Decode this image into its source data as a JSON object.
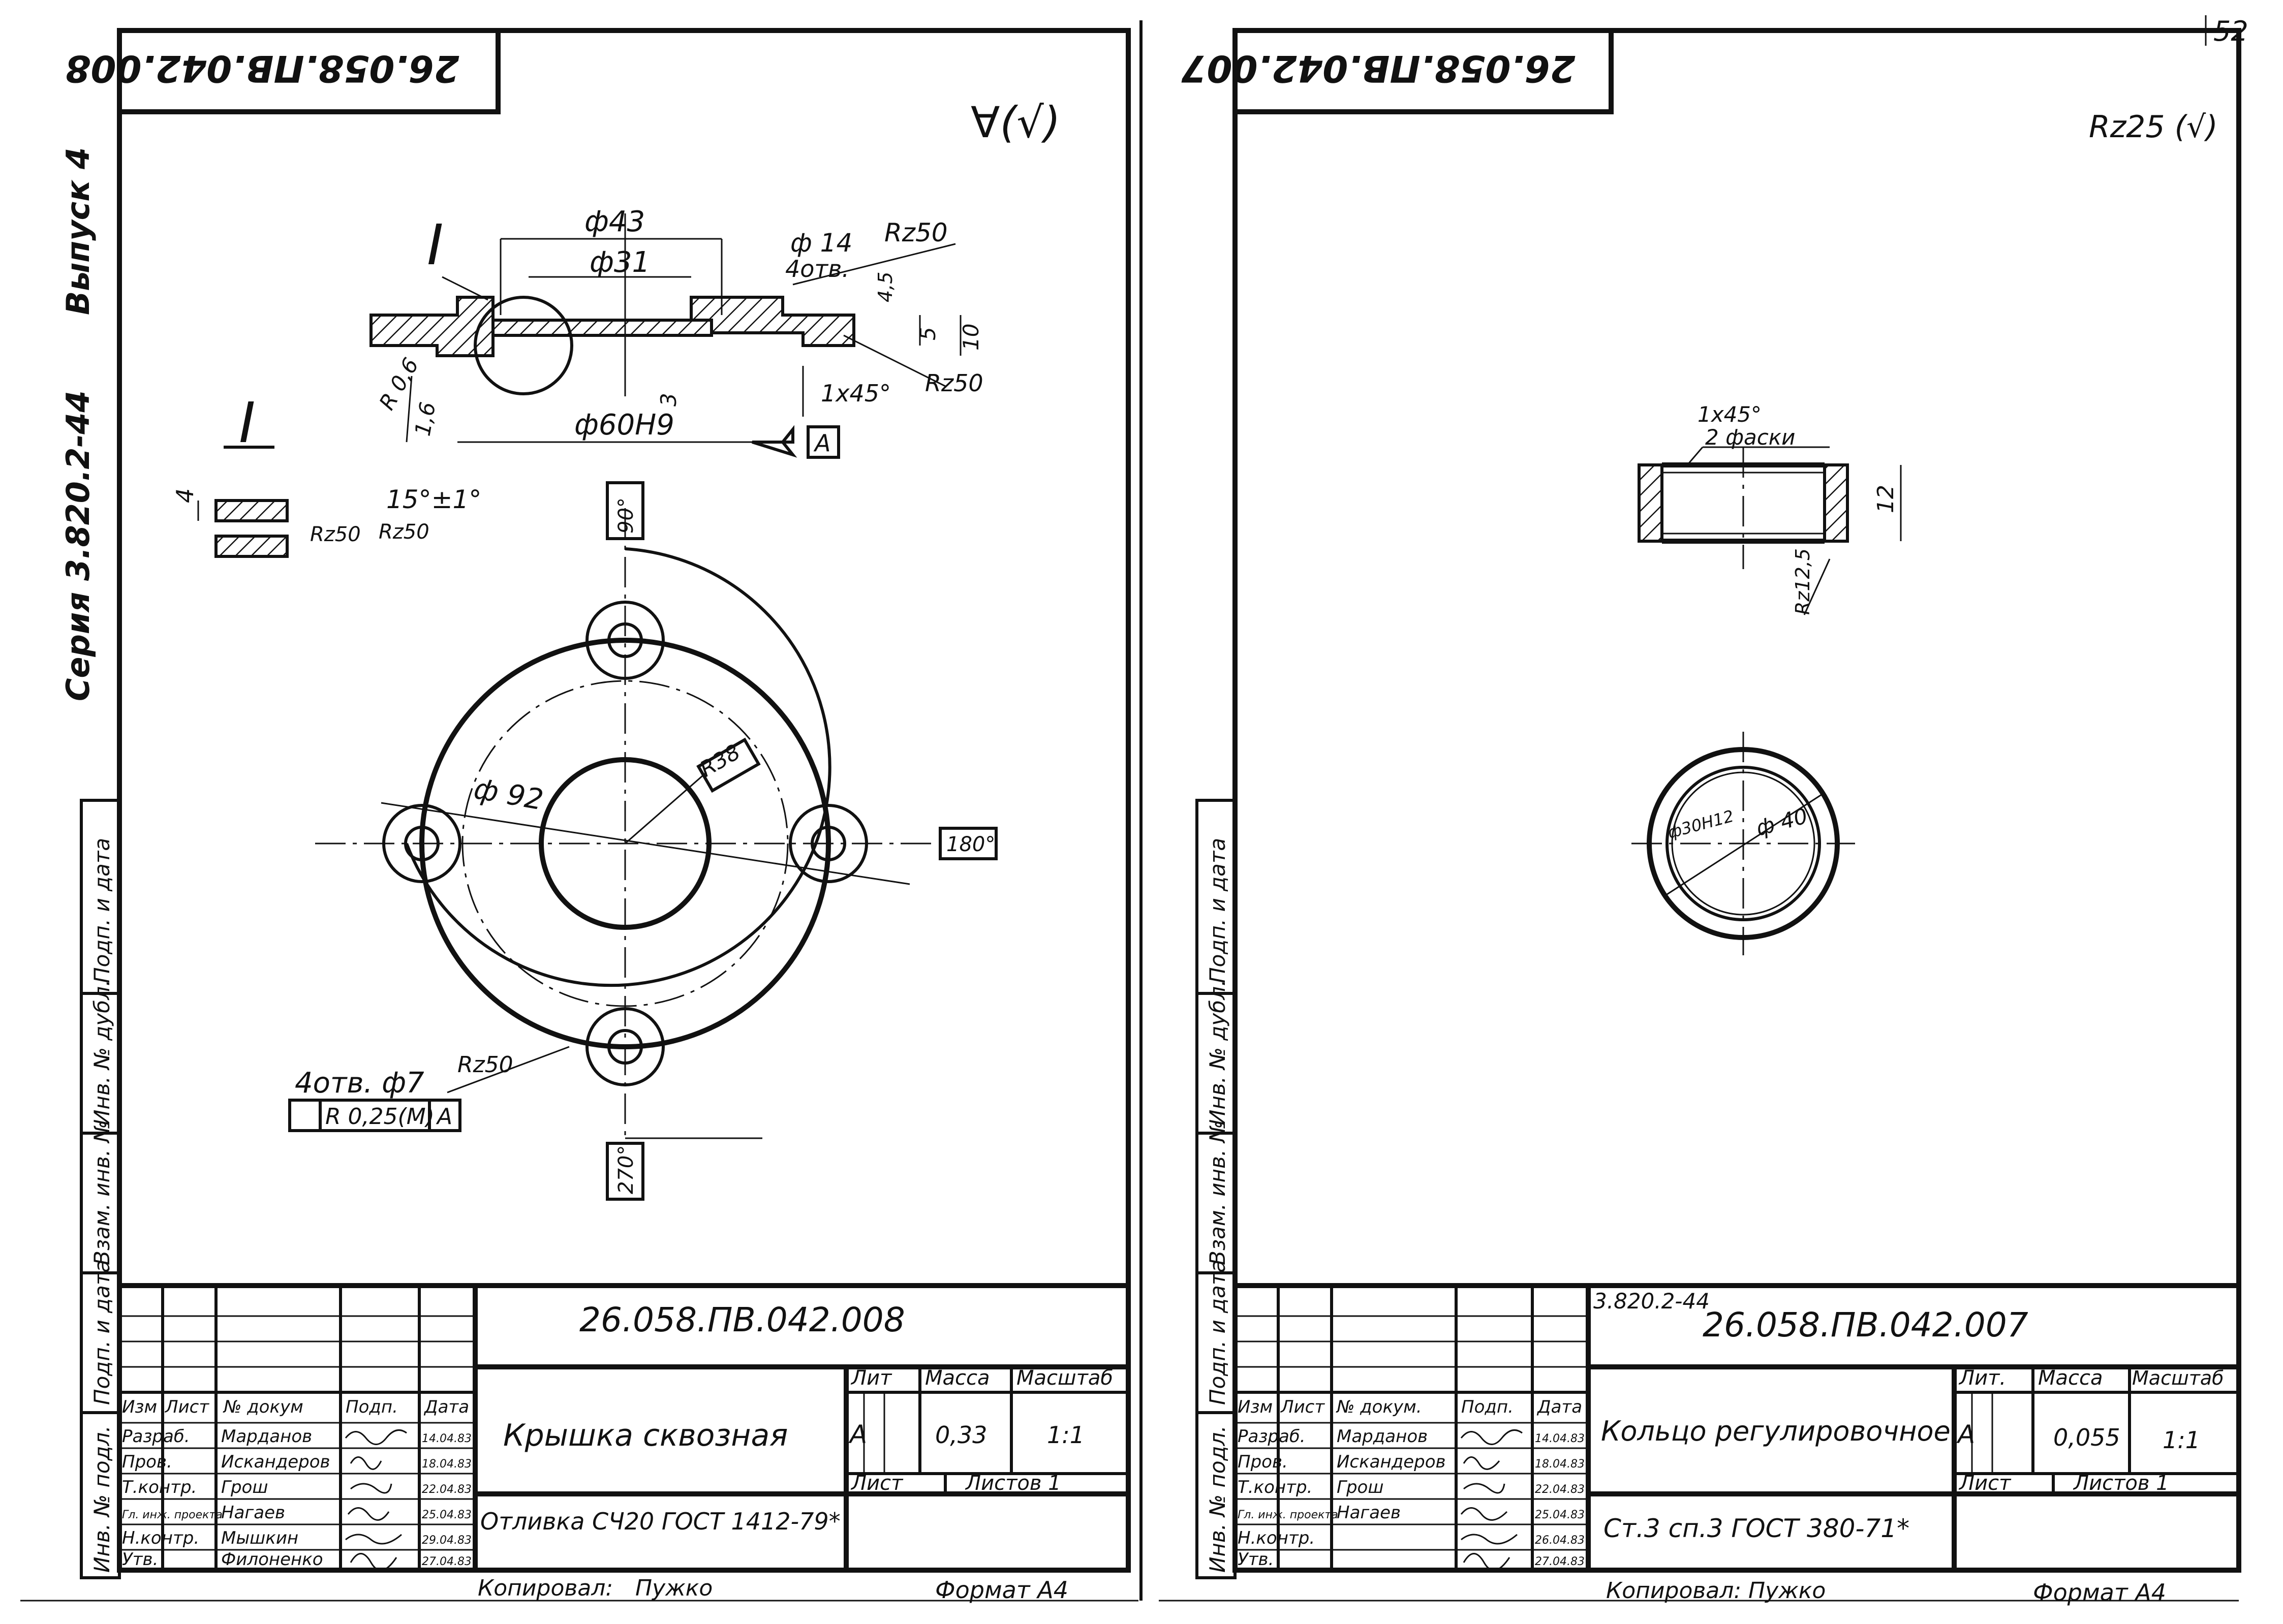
{
  "page_number": "52",
  "left_margin": {
    "issue": "Выпуск 4",
    "series": "Серия 3.820.2-44",
    "cells": [
      "Подп. и дата",
      "Инв. № дубл.",
      "Взам. инв. №",
      "Подп. и дата",
      "Инв. № подл."
    ]
  },
  "right_margin": {
    "cells": [
      "Подп. и дата",
      "Инв. № дубл.",
      "Взам. инв. №",
      "Подп. и дата",
      "Инв. № подл."
    ]
  },
  "sheet_left": {
    "code": "26.058.ПВ.042.008",
    "roughness_symbol": "∀(√)",
    "dims": {
      "d43": "ф43",
      "d31": "ф31",
      "d14": "ф 14",
      "holes4": "4отв.",
      "rz50": "Rz50",
      "d60": "ф60Н9",
      "d92": "ф 92",
      "r38": "R38",
      "chamfer": "1х45°",
      "r06": "R 0,6",
      "t16": "1,6",
      "t3": "3",
      "t45": "4,5",
      "t5": "5",
      "t10": "10",
      "datum": "A",
      "detail": "I",
      "detail_size": "4",
      "angle": "15°±1°",
      "holes_small": "4отв. ф7",
      "position_tol": "R 0,25(M)",
      "a90": "90°",
      "a180": "180°",
      "a270": "270°",
      "rz_small1": "Rz50",
      "rz_small2": "Rz50",
      "rz_ring": "Rz50",
      "rz_side": "Rz50"
    },
    "title_block": {
      "designation": "26.058.ПВ.042.008",
      "name": "Крышка сквозная",
      "material": "Отливка СЧ20 ГОСТ 1412-79*",
      "lit_label": "Лит",
      "mass_label": "Масса",
      "scale_label": "Масштаб",
      "lit": "A",
      "mass": "0,33",
      "scale": "1:1",
      "sheet_label": "Лист",
      "sheets_label": "Листов 1",
      "columns": [
        "Изм",
        "Лист",
        "№ докум",
        "Подп.",
        "Дата"
      ],
      "rows": [
        {
          "role": "Разраб.",
          "name": "Марданов",
          "date": "14.04.83"
        },
        {
          "role": "Пров.",
          "name": "Искандеров",
          "date": "18.04.83"
        },
        {
          "role": "Т.контр.",
          "name": "Грош",
          "date": "22.04.83"
        },
        {
          "role": "Гл. инж. проекта",
          "name": "Нагаев",
          "date": "25.04.83"
        },
        {
          "role": "Н.контр.",
          "name": "Мышкин",
          "date": "29.04.83"
        },
        {
          "role": "Утв.",
          "name": "Филоненко",
          "date": "27.04.83"
        }
      ]
    },
    "copied": "Копировал:",
    "copier": "Пужко",
    "format": "Формат А4"
  },
  "sheet_right": {
    "code": "26.058.ПВ.042.007",
    "roughness_symbol": "Rz25 (√)",
    "dims": {
      "chamfer": "1х45°",
      "chamfers2": "2 фаски",
      "h12": "12",
      "rz": "Rz12,5",
      "d30": "ф30Н12",
      "d40": "ф 40"
    },
    "title_block": {
      "series": "3.820.2-44",
      "designation": "26.058.ПВ.042.007",
      "name": "Кольцо регулировочное",
      "material": "Ст.3 сп.3 ГОСТ 380-71*",
      "lit_label": "Лит.",
      "mass_label": "Масса",
      "scale_label": "Масштаб",
      "lit": "A",
      "mass": "0,055",
      "scale": "1:1",
      "sheet_label": "Лист",
      "sheets_label": "Листов 1",
      "columns": [
        "Изм",
        "Лист",
        "№ докум.",
        "Подп.",
        "Дата"
      ],
      "rows": [
        {
          "role": "Разраб.",
          "name": "Марданов",
          "date": "14.04.83"
        },
        {
          "role": "Пров.",
          "name": "Искандеров",
          "date": "18.04.83"
        },
        {
          "role": "Т.контр.",
          "name": "Грош",
          "date": "22.04.83"
        },
        {
          "role": "Гл. инж. проекта",
          "name": "Нагаев",
          "date": "25.04.83"
        },
        {
          "role": "Н.контр.",
          "name": "",
          "date": "26.04.83"
        },
        {
          "role": "Утв.",
          "name": "",
          "date": "27.04.83"
        }
      ]
    },
    "copied": "Копировал:",
    "copier": "Пужко",
    "format": "Формат А4"
  }
}
